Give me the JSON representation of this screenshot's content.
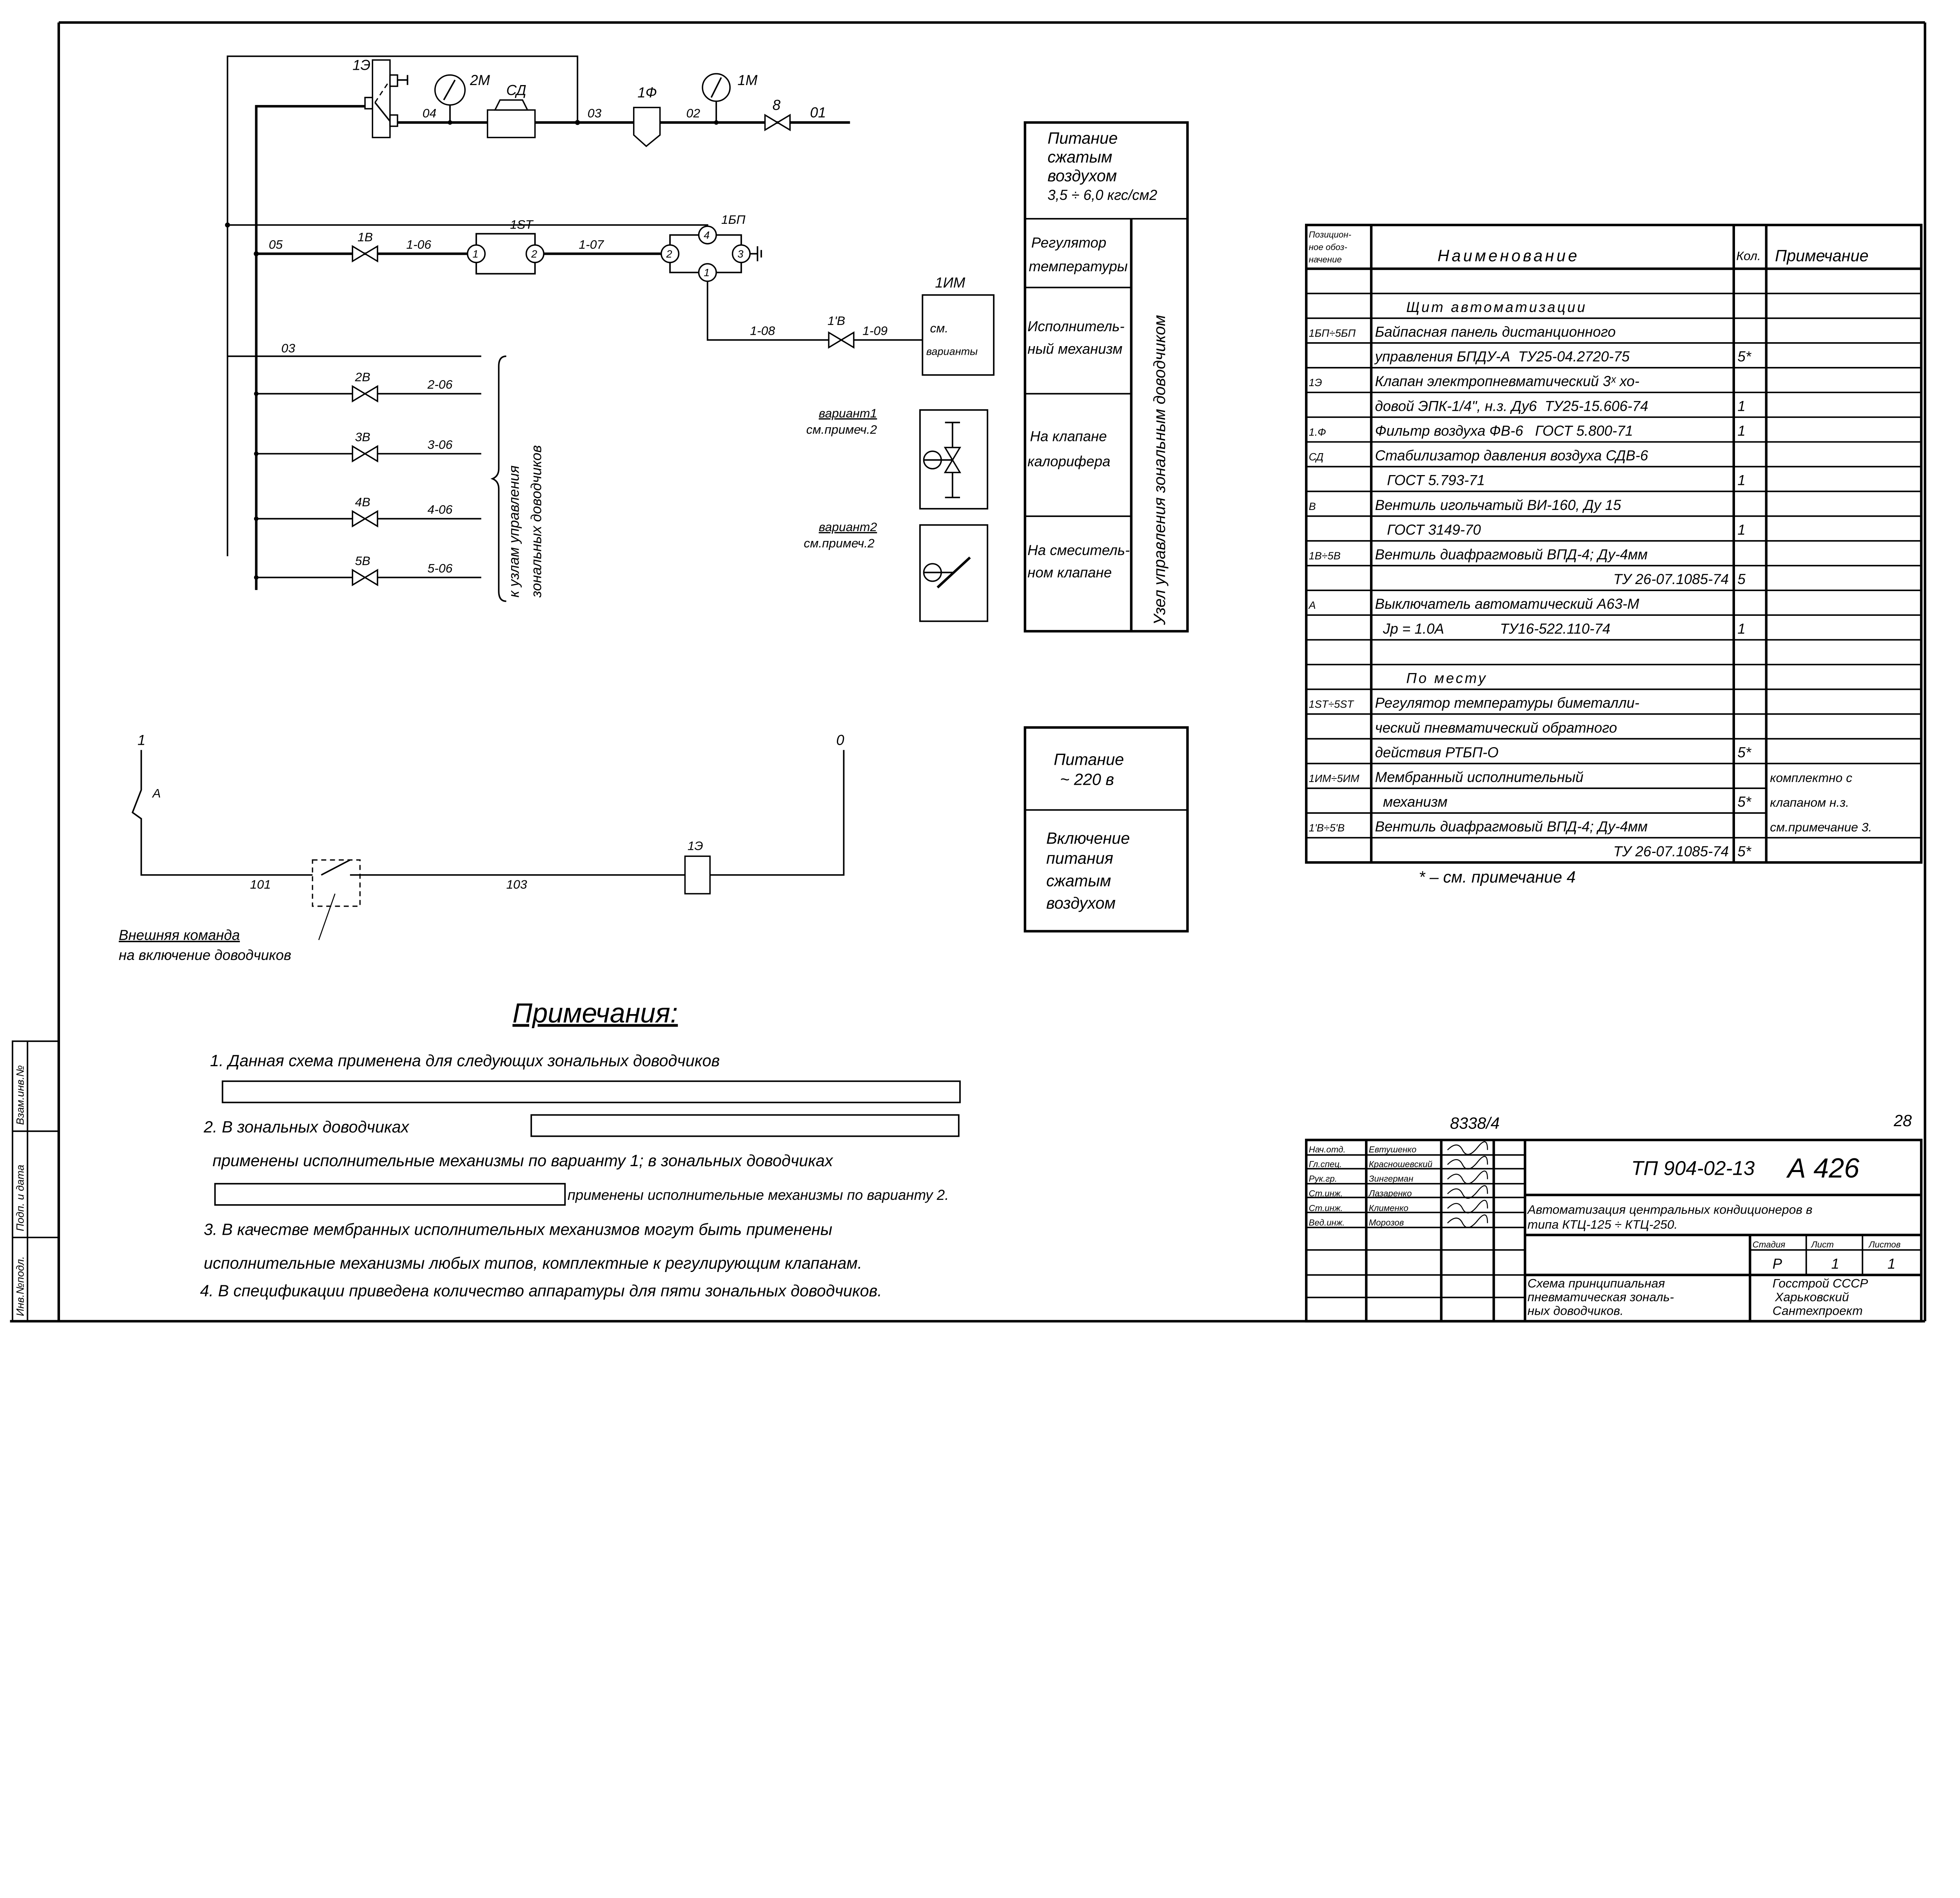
{
  "pneumatic": {
    "labels": {
      "e1": "1Э",
      "m2": "2М",
      "sd": "СД",
      "f1": "1Ф",
      "m1": "1М",
      "v8": "8",
      "p04": "04",
      "p03": "03",
      "p02": "02",
      "p01": "01",
      "p05": "05",
      "v1": "1В",
      "p106": "1-06",
      "st1": "1ST",
      "p107": "1-07",
      "bp1": "1БП",
      "p108": "1-08",
      "v1p": "1'В",
      "p109": "1-09",
      "im1": "1ИМ",
      "im_note1": "см.",
      "im_note2": "варианты",
      "p03b": "03",
      "port1": "1",
      "port2": "2",
      "port3": "3",
      "port4": "4"
    },
    "branches": [
      {
        "valve": "2В",
        "line": "2-06"
      },
      {
        "valve": "3В",
        "line": "3-06"
      },
      {
        "valve": "4В",
        "line": "4-06"
      },
      {
        "valve": "5В",
        "line": "5-06"
      }
    ],
    "brace_text_1": "к узлам управления",
    "brace_text_2": "зональных доводчиков",
    "variant1": {
      "title": "вариант1",
      "note": "см.примеч.2"
    },
    "variant2": {
      "title": "вариант2",
      "note": "см.примеч.2"
    }
  },
  "legend_table": {
    "supply": [
      "Питание",
      "сжатым",
      "воздухом",
      "3,5 ÷ 6,0 кгс/см2"
    ],
    "rows": [
      [
        "Регулятор",
        "температуры"
      ],
      [
        "Исполнитель-",
        "ный механизм"
      ],
      [
        "На клапане",
        "калорифера"
      ],
      [
        "На смеситель-",
        "ном клапане"
      ]
    ],
    "vertical": "Узел управления зональным доводчиком"
  },
  "electrical": {
    "phase": "1",
    "neutral": "0",
    "switch": "А",
    "w101": "101",
    "w103": "103",
    "coil": "1Э",
    "command_1": "Внешняя команда",
    "command_2": "на включение доводчиков"
  },
  "power_table": {
    "top": [
      "Питание",
      "~ 220 в"
    ],
    "bottom": [
      "Включение",
      "питания",
      "сжатым",
      "воздухом"
    ]
  },
  "notes": {
    "title": "Примечания:",
    "lines": [
      "1. Данная   схема применена для следующих зональных доводчиков",
      "2. В зональных доводчиках",
      "применены исполнительные механизмы по варианту 1; в зональных доводчиках",
      "применены исполнительные механизмы по варианту 2.",
      "3. В качестве мембранных исполнительных механизмов могут быть применены",
      "исполнительные механизмы любых типов, комплектные к регулирующим клапанам.",
      "4. В спецификации приведена количество аппаратуры для пяти зональных доводчиков."
    ]
  },
  "spec": {
    "headers": {
      "pos": [
        "Позицион-",
        "ное обоз-",
        "начение"
      ],
      "name": "Наименование",
      "qty": "Кол.",
      "note": "Примечание"
    },
    "rows": [
      {
        "pos": "",
        "name": "",
        "qty": "",
        "note": ""
      },
      {
        "pos": "",
        "name": "Щит автоматизации",
        "qty": "",
        "note": "",
        "center": true
      },
      {
        "pos": "1БП÷5БП",
        "name": "Байпасная панель дистанционного",
        "qty": "",
        "note": ""
      },
      {
        "pos": "",
        "name": "управления БПДУ-А  ТУ25-04.2720-75",
        "qty": "5*",
        "note": ""
      },
      {
        "pos": "1Э",
        "name": "Клапан электропневматический 3ˣ хо-",
        "qty": "",
        "note": ""
      },
      {
        "pos": "",
        "name": "довой ЭПК-1/4\", н.з. Ду6  ТУ25-15.606-74",
        "qty": "1",
        "note": ""
      },
      {
        "pos": "1.Ф",
        "name": "Фильтр воздуха ФВ-6   ГОСТ 5.800-71",
        "qty": "1",
        "note": ""
      },
      {
        "pos": "СД",
        "name": "Стабилизатор давления воздуха СДВ-6",
        "qty": "",
        "note": ""
      },
      {
        "pos": "",
        "name": "   ГОСТ 5.793-71",
        "qty": "1",
        "note": ""
      },
      {
        "pos": "В",
        "name": "Вентиль игольчатый ВИ-160, Ду 15",
        "qty": "",
        "note": ""
      },
      {
        "pos": "",
        "name": "   ГОСТ 3149-70",
        "qty": "1",
        "note": ""
      },
      {
        "pos": "1В÷5В",
        "name": "Вентиль диафрагмовый ВПД-4; Ду-4мм",
        "qty": "",
        "note": ""
      },
      {
        "pos": "",
        "name": "ТУ 26-07.1085-74",
        "qty": "5",
        "note": "",
        "right": true
      },
      {
        "pos": "А",
        "name": "Выключатель автоматический А63-М",
        "qty": "",
        "note": ""
      },
      {
        "pos": "",
        "name": "  Jр = 1.0А              ТУ16-522.110-74",
        "qty": "1",
        "note": ""
      },
      {
        "pos": "",
        "name": "",
        "qty": "",
        "note": ""
      },
      {
        "pos": "",
        "name": "По месту",
        "qty": "",
        "note": "",
        "center": true
      },
      {
        "pos": "1ST÷5ST",
        "name": "Регулятор температуры биметалли-",
        "qty": "",
        "note": ""
      },
      {
        "pos": "",
        "name": "ческий пневматический обратного",
        "qty": "",
        "note": ""
      },
      {
        "pos": "",
        "name": "действия РТБП-О",
        "qty": "5*",
        "note": ""
      },
      {
        "pos": "1ИМ÷5ИМ",
        "name": "Мембранный исполнительный",
        "qty": "",
        "note": "комплектно с"
      },
      {
        "pos": "",
        "name": "  механизм",
        "qty": "5*",
        "note": "клапаном н.з."
      },
      {
        "pos": "1'В÷5'В",
        "name": "Вентиль диафрагмовый ВПД-4; Ду-4мм",
        "qty": "",
        "note": "см.примечание 3."
      },
      {
        "pos": "",
        "name": "ТУ 26-07.1085-74",
        "qty": "5*",
        "note": "",
        "right": true
      }
    ],
    "footnote": "* – см. примечание 4"
  },
  "title_block": {
    "archive_no": "8338/4",
    "page_no": "28",
    "signers": [
      {
        "role": "Нач.отд.",
        "name": "Евтушенко"
      },
      {
        "role": "Гл.спец.",
        "name": "Красношевский"
      },
      {
        "role": "Рук.гр.",
        "name": "Зингерман"
      },
      {
        "role": "Ст.инж.",
        "name": "Лазаренко"
      },
      {
        "role": "Ст.инж.",
        "name": "Клименко"
      },
      {
        "role": "Вед.инж.",
        "name": "Морозов"
      }
    ],
    "doc_code": "ТП 904-02-13",
    "sheet_code": "А 426",
    "project_title_1": "Автоматизация центральных кондиционеров в",
    "project_title_2": "типа КТЦ-125 ÷ КТЦ-250.",
    "stage_label": "Стадия",
    "sheet_label": "Лист",
    "sheets_label": "Листов",
    "stage": "Р",
    "sheet": "1",
    "sheets": "1",
    "drawing_title": [
      "Схема принципиальная",
      "пневматическая зональ-",
      "ных доводчиков."
    ],
    "org": [
      "Госстрой СССР",
      "Харьковский",
      "Сантехпроект"
    ]
  },
  "side_stamp": {
    "inv_orig": "Инв.№подл.",
    "sign_date": "Подп. и дата",
    "inv_repl": "Взам.инв.№"
  }
}
